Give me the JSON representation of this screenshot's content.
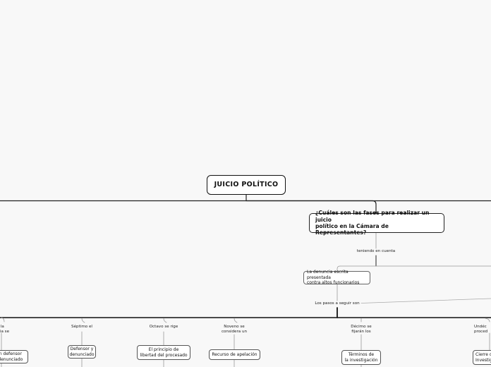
{
  "root": {
    "title": "JUICIO POLÍTICO"
  },
  "question": {
    "text": "¿Cuáles son las fases para realizar un juicio\npolítico en la Cámara de Representantes?"
  },
  "connector_teniendo": "teniendo en cuenta",
  "denuncia": {
    "text": "La denuncia escrita presentada\ncontra altos funcionarios"
  },
  "connector_pasos": "Los pasos a seguir son",
  "steps": [
    {
      "label": "en la\ntoria se",
      "box": "un defensor\nl denunciado"
    },
    {
      "label": "Séptimo el",
      "box": "Defensor y\ndenunciado"
    },
    {
      "label": "Octavo se rige",
      "box": "El principio de\nlibertad del procesado"
    },
    {
      "label": "Noveno se\nconsidera un",
      "box": "Recurso de apelación"
    },
    {
      "label": "Décimo se\nfijarán los",
      "box": "Términos de\nla investigación"
    },
    {
      "label": "Undéc\nproced",
      "box": "Cierre d\nInvestiga"
    }
  ],
  "colors": {
    "line_dark": "#222222",
    "line_light": "#9a9a9a",
    "background": "#f8f8f8"
  }
}
